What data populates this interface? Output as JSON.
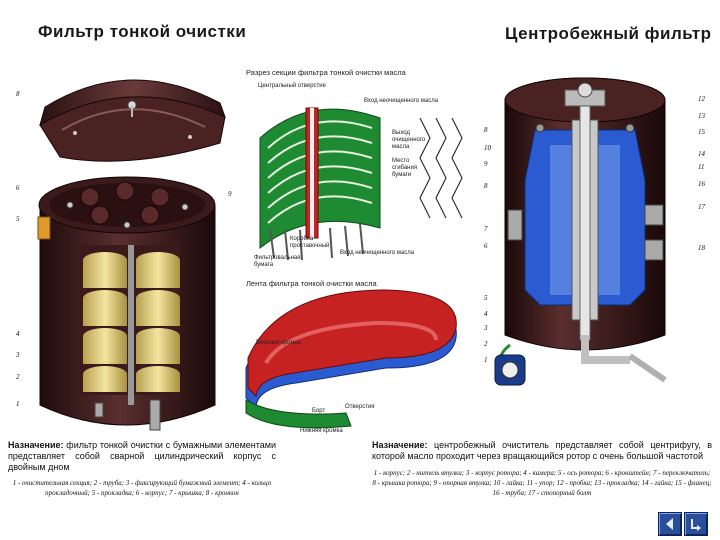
{
  "titles": {
    "left": "Фильтр тонкой очистки",
    "right": "Центробежный фильтр"
  },
  "section": {
    "title": "Разрез секции фильтра тонкой очистки масла",
    "labels": {
      "central_hole": "Центральный отверстие",
      "oil_inlet": "Вход неочищенного масла",
      "clean_oil_exit": "Выход очищенного масла",
      "folded_paper": "Место сгибания бумаги",
      "spacer_box": "Коробка проставочный",
      "filter_paper": "Фильтровальная бумага",
      "oil_inlet_bottom": "Вход неочищенного масла"
    }
  },
  "tape": {
    "title": "Лента фильтра тонкой очистки масла",
    "labels": {
      "upper_edge": "Верхняя кромка",
      "side": "Борт",
      "holes": "Отверстия",
      "lower_edge": "Нижняя кромка"
    }
  },
  "left_numbers": [
    "8",
    "6",
    "5",
    "4",
    "3",
    "2",
    "1",
    "9"
  ],
  "right_numbers": [
    "12",
    "13",
    "15",
    "14",
    "11",
    "16",
    "17",
    "18",
    "8",
    "10",
    "9",
    "8",
    "7",
    "6",
    "5",
    "4",
    "3",
    "2",
    "1"
  ],
  "left_desc": {
    "lead": "Назначение:",
    "text": " фильтр тонкой очистки с бумажными элементами представляет собой сварной цилиндрический корпус с двойным дном",
    "legend": "1 - очистительная секция; 2 - труба; 3 - фиксирующий бумажный элемент; 4 - кольцо прокладочный; 5 - прокладка; 6 - корпус; 7 - крышка; 8 - кронкон"
  },
  "right_desc": {
    "lead": "Назначение:",
    "text": " центробежный очиститель представляет собой центрифугу, в которой масло проходит через вращающийся ротор с очень большой частотой",
    "legend": "1 - корпус; 2 - ниппель втулки; 3 - корпус ротора; 4 - камера; 5 - ось ротора; 6 - кронштейн; 7 - переключатель; 8 - крышка ротора; 9 - опорная втулка; 10 - гайка; 11 - упор; 12 - пробка; 13 - прокладка; 14 - гайка; 15 - фланец; 16 - труба; 17 - стопорный болт"
  },
  "colors": {
    "body": "#3a1c1c",
    "green": "#1e8a32",
    "red": "#c62222",
    "blue": "#2a5bd0",
    "paper": "#e8d98a",
    "nav": "#2a4f9a"
  },
  "nav": {
    "back": "back-arrow-icon",
    "home": "return-icon"
  }
}
